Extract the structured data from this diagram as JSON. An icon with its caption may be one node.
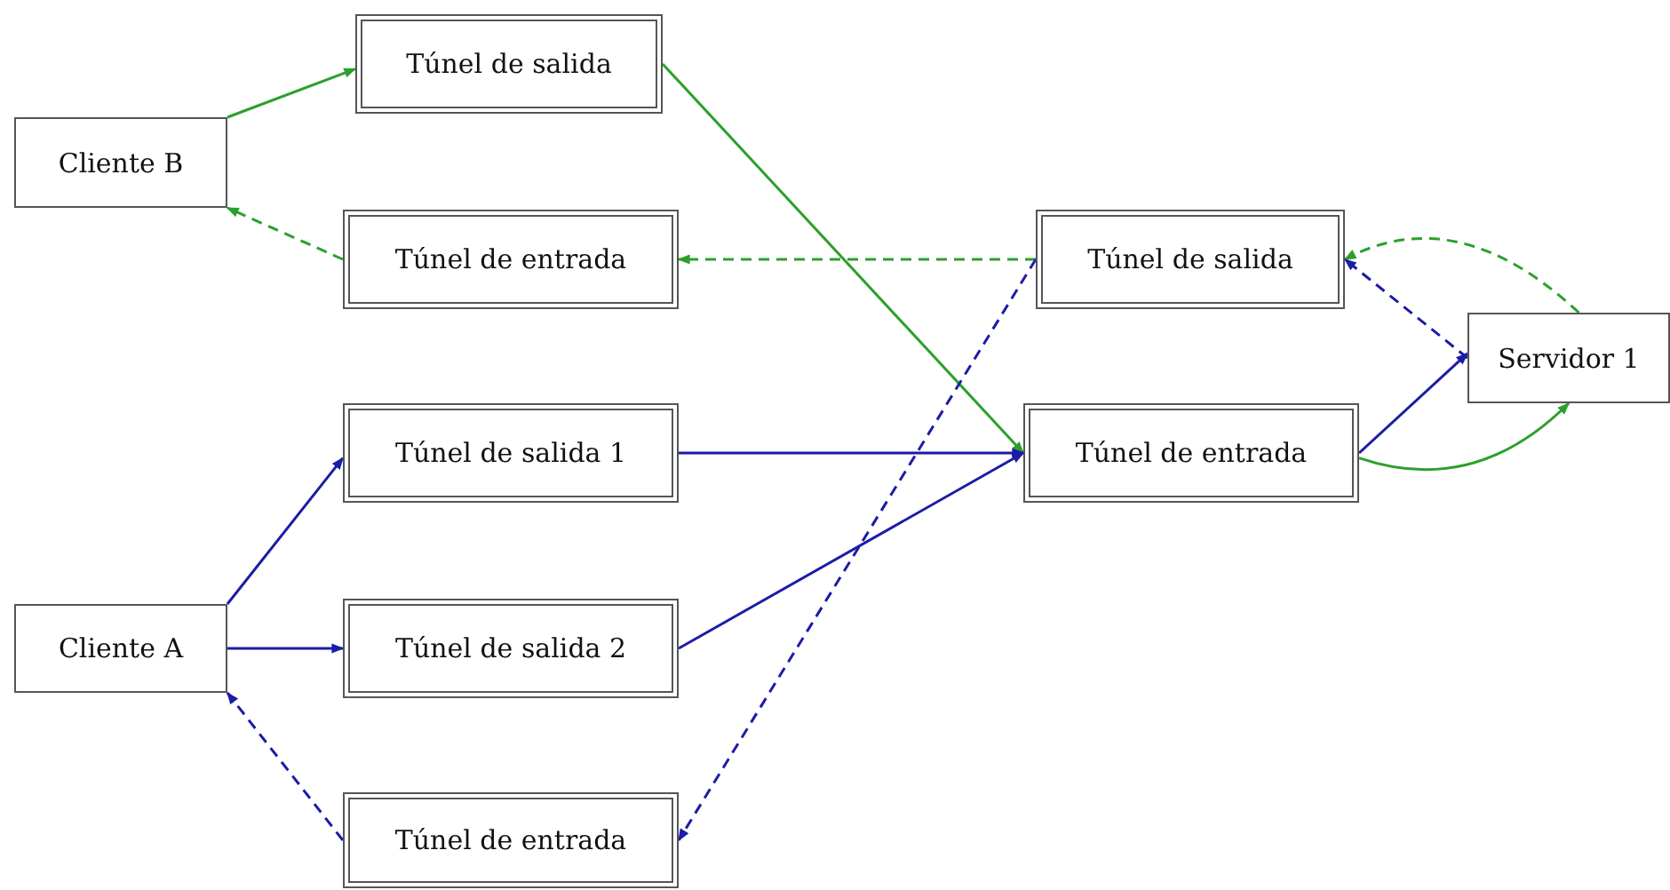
{
  "diagram": {
    "nodes": [
      {
        "text": [
          "Cliente B"
        ]
      },
      {
        "text": [
          "Túnel de salida"
        ]
      },
      {
        "text": [
          "Túnel de entrada"
        ]
      },
      {
        "text": [
          "Túnel de salida"
        ]
      },
      {
        "text": [
          "Servidor 1"
        ]
      },
      {
        "text": [
          "Túnel de salida 1"
        ]
      },
      {
        "text": [
          "Túnel de entrada"
        ]
      },
      {
        "text": [
          "Cliente A"
        ]
      },
      {
        "text": [
          "Túnel de salida 2"
        ]
      },
      {
        "text": [
          "Túnel de entrada"
        ]
      }
    ],
    "edges": [
      {
        "from": 0,
        "to": 1,
        "arrow": "to",
        "color": "#2ca02c"
      },
      {
        "from": 1,
        "to": 6,
        "arrow": "to",
        "color": "#2ca02c"
      },
      {
        "from": 6,
        "to": 4,
        "arrow": "to",
        "color": "#2ca02c"
      },
      {
        "from": 4,
        "to": 3,
        "arrow": "to",
        "style": "dashed",
        "color": "#2ca02c"
      },
      {
        "from": 3,
        "to": 2,
        "arrow": "to",
        "style": "dashed",
        "color": "#2ca02c"
      },
      {
        "from": 2,
        "to": 0,
        "arrow": "to",
        "style": "dashed",
        "color": "#2ca02c"
      },
      {
        "from": 7,
        "to": 5,
        "arrow": "to"
      },
      {
        "from": 7,
        "to": 8,
        "arrow": "to"
      },
      {
        "from": 5,
        "to": 6,
        "arrow": "to"
      },
      {
        "from": 8,
        "to": 6,
        "arrow": "to"
      },
      {
        "from": 6,
        "to": 4,
        "arrow": "to"
      },
      {
        "from": 4,
        "to": 3,
        "arrow": "to",
        "style": "dashed"
      },
      {
        "from": 3,
        "to": 9,
        "arrow": "to",
        "style": "dashed"
      },
      {
        "from": 9,
        "to": 7,
        "arrow": "to",
        "style": "dashed"
      }
    ]
  }
}
